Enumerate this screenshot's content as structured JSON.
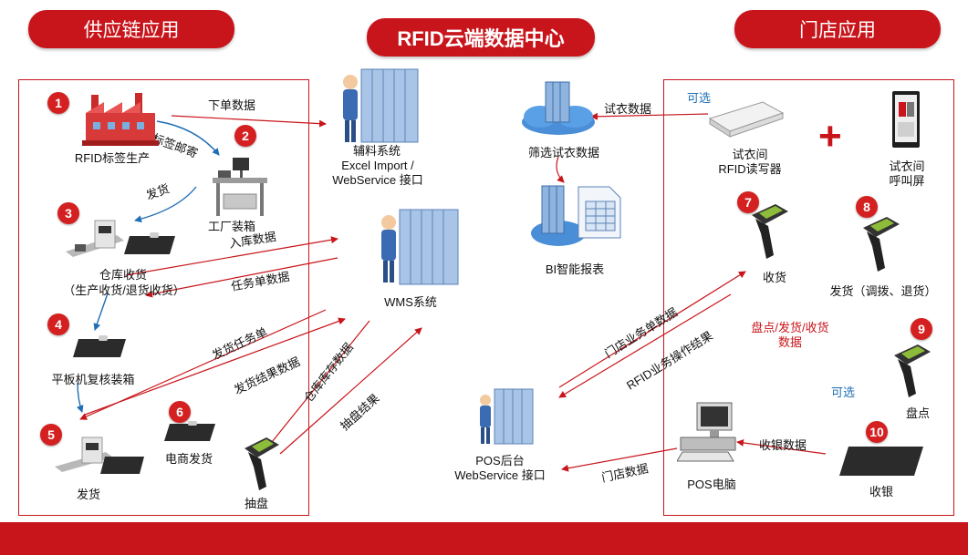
{
  "headers": {
    "supply_chain": "供应链应用",
    "center": "RFID云端数据中心",
    "store": "门店应用"
  },
  "left_nodes": {
    "rfid_tag_production": "RFID标签生产",
    "factory_boxing": "工厂装箱",
    "warehouse_receiving": "仓库收货",
    "warehouse_receiving_sub": "（生产收货/退货收货）",
    "tablet_recheck": "平板机复核装箱",
    "ship": "发货",
    "ecommerce_ship": "电商发货",
    "spot_check": "抽盘"
  },
  "center_nodes": {
    "aux_system": "辅料系统",
    "aux_interface_1": "Excel Import /",
    "aux_interface_2": "WebService 接口",
    "wms": "WMS系统",
    "filter_tryon": "筛选试衣数据",
    "bi_report": "BI智能报表",
    "pos_backend": "POS后台",
    "pos_interface": "WebService 接口"
  },
  "right_nodes": {
    "optional_1": "可选",
    "fitting_reader_1": "试衣间",
    "fitting_reader_2": "RFID读写器",
    "fitting_screen_1": "试衣间",
    "fitting_screen_2": "呼叫屏",
    "receive": "收货",
    "ship_transfer": "发货（调拨、退货）",
    "stock_data_1": "盘点/发货/收货",
    "stock_data_2": "数据",
    "optional_2": "可选",
    "inventory": "盘点",
    "pos_pc": "POS电脑",
    "cashier": "收银"
  },
  "edges": {
    "order_data": "下单数据",
    "tag_mail": "标签邮寄",
    "ship_out": "发货",
    "inbound_data": "入库数据",
    "task_list": "任务单数据",
    "ship_task": "发货任务单",
    "ship_result": "发货结果数据",
    "warehouse_stock": "仓库库存数据",
    "spot_result": "抽盘结果",
    "tryon_data": "试衣数据",
    "store_task": "门店业务单数据",
    "rfid_op_result": "RFID业务操作结果",
    "store_data": "门店数据",
    "cash_data": "收银数据"
  },
  "badges": [
    "1",
    "2",
    "3",
    "4",
    "5",
    "6",
    "7",
    "8",
    "9",
    "10"
  ],
  "icons": {
    "factory": "factory-icon",
    "workstation": "packing-station-icon",
    "conveyor": "conveyor-scanner-icon",
    "tablet": "rfid-tablet-reader-icon",
    "handheld": "handheld-rfid-scanner-icon",
    "server": "server-rack-icon",
    "cloud_server": "cloud-server-icon",
    "report": "report-table-icon",
    "ceiling_reader": "ceiling-rfid-reader-icon",
    "kiosk": "fitting-room-screen-icon",
    "pos_computer": "pos-computer-icon",
    "plus": "plus-icon"
  },
  "colors": {
    "brand_red": "#c8151b",
    "badge_red": "#d42020",
    "arrow_blue": "#1f6fb5",
    "optional_blue": "#1f6fb5"
  }
}
